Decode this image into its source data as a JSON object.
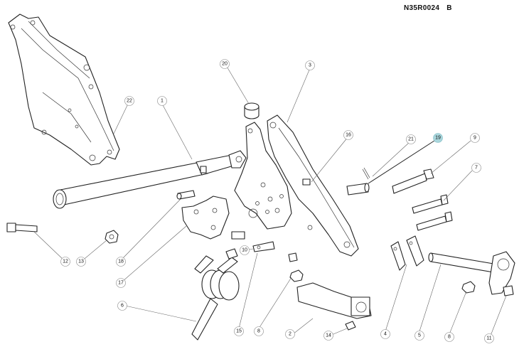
{
  "drawing": {
    "reference_code": "N35R0024",
    "revision": "B"
  },
  "callouts": [
    {
      "id": "c1",
      "label": "1"
    },
    {
      "id": "c2",
      "label": "2"
    },
    {
      "id": "c3",
      "label": "3"
    },
    {
      "id": "c4",
      "label": "4"
    },
    {
      "id": "c5",
      "label": "5"
    },
    {
      "id": "c6",
      "label": "6"
    },
    {
      "id": "c7",
      "label": "7"
    },
    {
      "id": "c8a",
      "label": "8"
    },
    {
      "id": "c8b",
      "label": "8"
    },
    {
      "id": "c9",
      "label": "9"
    },
    {
      "id": "c10",
      "label": "10"
    },
    {
      "id": "c11",
      "label": "11"
    },
    {
      "id": "c12",
      "label": "12"
    },
    {
      "id": "c13",
      "label": "13"
    },
    {
      "id": "c14",
      "label": "14"
    },
    {
      "id": "c15",
      "label": "15"
    },
    {
      "id": "c16",
      "label": "16"
    },
    {
      "id": "c17",
      "label": "17"
    },
    {
      "id": "c18",
      "label": "18"
    },
    {
      "id": "c19",
      "label": "19",
      "highlighted": true
    },
    {
      "id": "c20",
      "label": "20"
    },
    {
      "id": "c21",
      "label": "21"
    },
    {
      "id": "c22",
      "label": "22"
    }
  ],
  "highlight_color": "#a9d6dc"
}
